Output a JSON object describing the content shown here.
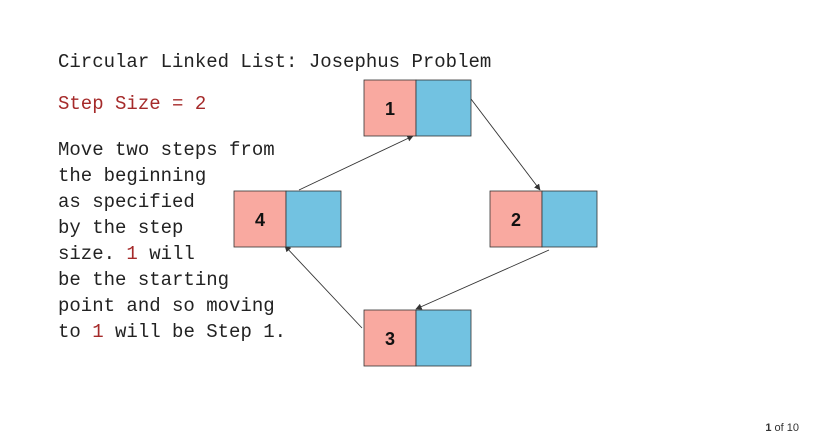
{
  "title": "Circular Linked List: Josephus Problem",
  "step_size_label": "Step Size = 2",
  "description": {
    "lines": [
      [
        {
          "text": "Move two steps from"
        }
      ],
      [
        {
          "text": "the beginning"
        }
      ],
      [
        {
          "text": "as specified"
        }
      ],
      [
        {
          "text": "by the step"
        }
      ],
      [
        {
          "text": "size. "
        },
        {
          "text": "1",
          "highlight": true
        },
        {
          "text": " will"
        }
      ],
      [
        {
          "text": "be the starting"
        }
      ],
      [
        {
          "text": "point and so moving"
        }
      ],
      [
        {
          "text": "to "
        },
        {
          "text": "1",
          "highlight": true
        },
        {
          "text": " will be Step 1."
        }
      ]
    ]
  },
  "colors": {
    "data_cell": "#f9a9a0",
    "next_cell": "#72c2e1",
    "highlight": "#a52a2a",
    "border": "#333333"
  },
  "nodes": [
    {
      "label": "1"
    },
    {
      "label": "2"
    },
    {
      "label": "3"
    },
    {
      "label": "4"
    }
  ],
  "links": [
    {
      "from": "1",
      "to": "2"
    },
    {
      "from": "2",
      "to": "3"
    },
    {
      "from": "3",
      "to": "4"
    },
    {
      "from": "4",
      "to": "1"
    }
  ],
  "pager": {
    "current": "1",
    "of_text": "of 10"
  }
}
